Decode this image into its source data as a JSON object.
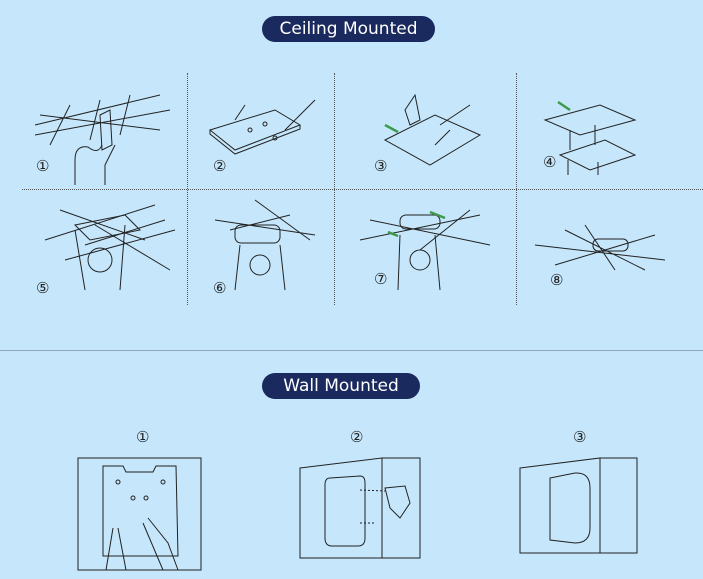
{
  "sections": {
    "ceiling": {
      "title": "Ceiling Mounted",
      "steps": [
        "①",
        "②",
        "③",
        "④",
        "⑤",
        "⑥",
        "⑦",
        "⑧"
      ]
    },
    "wall": {
      "title": "Wall Mounted",
      "steps": [
        "①",
        "②",
        "③"
      ]
    }
  },
  "colors": {
    "background": "#c6e7fb",
    "badge": "#1b2a5e",
    "arrow": "#3c9a4a"
  }
}
